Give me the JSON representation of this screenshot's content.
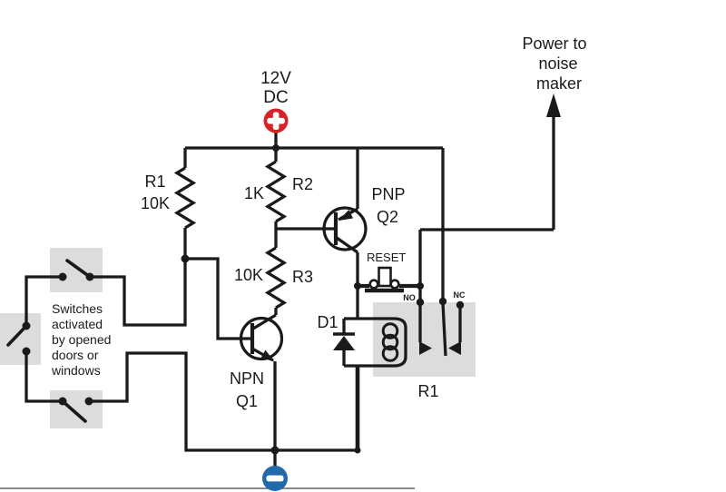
{
  "figure": {
    "type": "circuit-schematic"
  },
  "colors": {
    "wire": "#1a1a1a",
    "positive_terminal": "#d92128",
    "negative_terminal": "#2169a9",
    "shade_box": "#dcdcdc",
    "baseline": "#8a8a8a"
  },
  "power_supply": {
    "label_line1": "12V",
    "label_line2": "DC",
    "positive_symbol": "+",
    "negative_symbol": "−"
  },
  "output_arrow": {
    "line1": "Power to",
    "line2": "noise",
    "line3": "maker"
  },
  "resistors": {
    "r1": {
      "name": "R1",
      "value": "10K"
    },
    "r2": {
      "name": "R2",
      "value": "1K"
    },
    "r3": {
      "name": "R3",
      "value": "10K"
    }
  },
  "transistors": {
    "q1": {
      "type": "NPN",
      "name": "Q1"
    },
    "q2": {
      "type": "PNP",
      "name": "Q2"
    }
  },
  "diode": {
    "name": "D1"
  },
  "relay": {
    "name": "R1",
    "contact_no": "NO",
    "contact_nc": "NC"
  },
  "reset_button": {
    "label": "RESET"
  },
  "switch_note": {
    "line1": "Switches",
    "line2": "activated",
    "line3": "by opened",
    "line4": "doors or",
    "line5": "windows"
  }
}
